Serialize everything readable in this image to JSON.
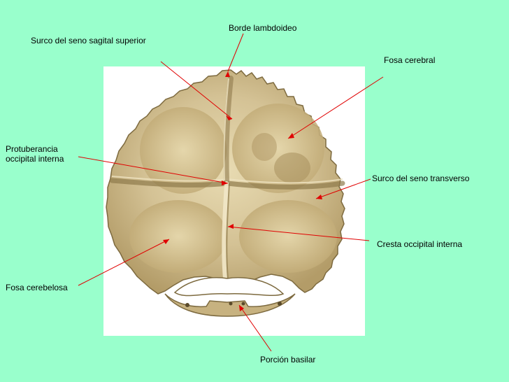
{
  "colors": {
    "background": "#99ffcc",
    "panel": "#ffffff",
    "bone_light": "#e2d3a6",
    "bone_mid": "#c7b280",
    "bone_dark": "#8f7a4c",
    "leader_line": "#e00000"
  },
  "labels": {
    "borde_lambdoideo": "Borde lambdoideo",
    "surco_sagital": "Surco del seno sagital superior",
    "fosa_cerebral": "Fosa cerebral",
    "protuberancia_line1": "Protuberancia",
    "protuberancia_line2": "occipital interna",
    "surco_transverso": "Surco del seno transverso",
    "cresta_occipital": "Cresta occipital interna",
    "fosa_cerebelosa": "Fosa cerebelosa",
    "porcion_basilar": "Porción basilar"
  }
}
